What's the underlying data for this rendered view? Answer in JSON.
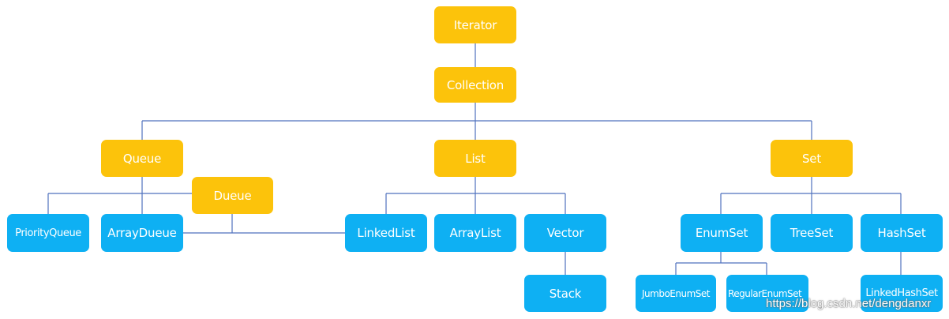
{
  "colors": {
    "interface": "#fcc30b",
    "implementation": "#0eb0f3",
    "connector": "#4f72be"
  },
  "nodes": {
    "iterator": "Iterator",
    "collection": "Collection",
    "queue": "Queue",
    "list": "List",
    "set": "Set",
    "dueue": "Dueue",
    "priority_queue": "PriorityQueue",
    "array_dueue": "ArrayDueue",
    "linked_list": "LinkedList",
    "array_list": "ArrayList",
    "vector": "Vector",
    "stack": "Stack",
    "enum_set": "EnumSet",
    "tree_set": "TreeSet",
    "hash_set": "HashSet",
    "jumbo_enum_set": "JumboEnumSet",
    "regular_enum_set": "RegularEnumSet",
    "linked_hash_set": "LinkedHashSet"
  },
  "watermark": "https://blog.csdn.net/dengdanxr"
}
